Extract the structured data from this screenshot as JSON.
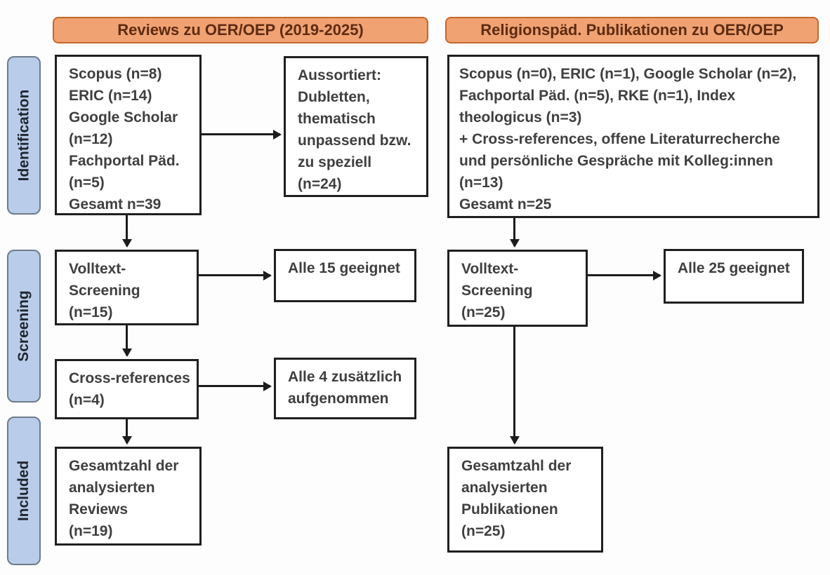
{
  "diagram": {
    "headers": {
      "left": "Reviews zu OER/OEP (2019-2025)",
      "right": "Religionspäd. Publikationen zu OER/OEP"
    },
    "stages": {
      "identification": "Identification",
      "screening": "Screening",
      "included": "Included"
    },
    "left_flow": {
      "sources": "Scopus (n=8)\nERIC (n=14)\nGoogle Scholar\n(n=12)\nFachportal Päd.\n(n=5)\nGesamt n=39",
      "excluded": "Aussortiert:\nDubletten,\nthematisch\nunpassend bzw.\nzu speziell\n(n=24)",
      "fulltext_screening": "Volltext-\nScreening\n(n=15)",
      "fulltext_result": "Alle 15 geeignet",
      "cross_references": "Cross-references\n(n=4)",
      "cross_references_result": "Alle 4 zusätzlich\naufgenommen",
      "included_total": "Gesamtzahl der\nanalysierten\nReviews\n(n=19)"
    },
    "right_flow": {
      "sources": "Scopus (n=0), ERIC (n=1), Google Scholar (n=2),\nFachportal Päd. (n=5), RKE (n=1), Index\ntheologicus (n=3)\n+ Cross-references, offene Literaturrecherche\nund persönliche Gespräche mit Kolleg:innen\n(n=13)\nGesamt n=25",
      "fulltext_screening": "Volltext-\nScreening\n(n=25)",
      "fulltext_result": "Alle 25 geeignet",
      "included_total": "Gesamtzahl der\nanalysierten\nPublikationen\n(n=25)"
    },
    "colors": {
      "header_fill": "#F0A272",
      "header_border": "#C4672B",
      "header_text": "#5D2B12",
      "stage_fill": "#B9CDEA",
      "stage_border": "#6E7B8A",
      "stage_text": "#20262E",
      "box_border": "#1F1F1F",
      "box_text": "#3F3F3F",
      "arrow": "#1C1C1C"
    }
  }
}
